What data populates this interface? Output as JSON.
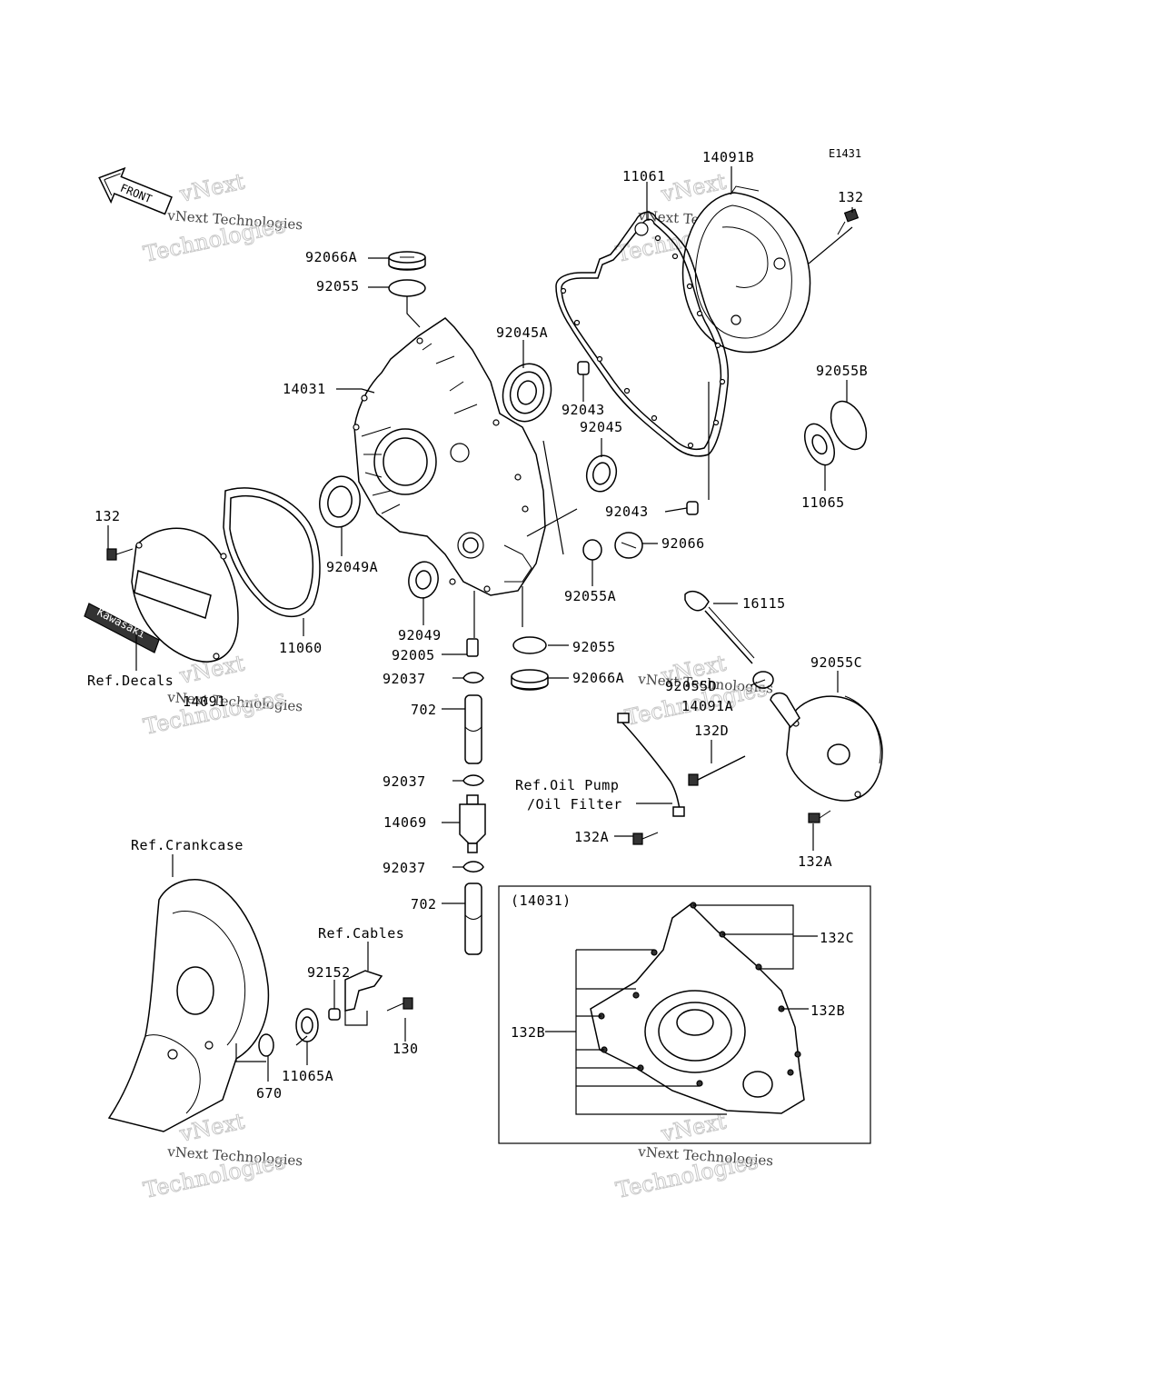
{
  "diagram_code": "E1431",
  "front_arrow_label": "FRONT",
  "decal_text": "Kawasaki",
  "inset_title": "(14031)",
  "watermark": {
    "line1": "vNext",
    "line2": "vNext Technologies",
    "line3": "Technologies"
  },
  "labels": {
    "p14091B": "14091B",
    "p11061": "11061",
    "p132_top": "132",
    "p92066A_top": "92066A",
    "p92055_top": "92055",
    "p92045A": "92045A",
    "p14031": "14031",
    "p92043_a": "92043",
    "p92045": "92045",
    "p92055B": "92055B",
    "p11065": "11065",
    "p92043_b": "92043",
    "p132_left": "132",
    "p92049A": "92049A",
    "p11060": "11060",
    "p92066": "92066",
    "p92055A": "92055A",
    "p16115": "16115",
    "p92049": "92049",
    "p92005": "92005",
    "p92055_mid": "92055",
    "p92055C": "92055C",
    "ref_decals": "Ref.Decals",
    "p14091": "14091",
    "p92037_a": "92037",
    "p92066A_mid": "92066A",
    "p92055D": "92055D",
    "p14091A": "14091A",
    "p702_a": "702",
    "p132D": "132D",
    "p92037_b": "92037",
    "ref_oil_pump_1": "Ref.Oil Pump",
    "ref_oil_pump_2": "/Oil Filter",
    "p14069": "14069",
    "p132A_left": "132A",
    "p132A_right": "132A",
    "ref_crankcase": "Ref.Crankcase",
    "p92037_c": "92037",
    "p702_b": "702",
    "ref_cables": "Ref.Cables",
    "p92152": "92152",
    "p130": "130",
    "p670": "670",
    "p11065A": "11065A",
    "p132C": "132C",
    "p132B_right": "132B",
    "p132B_left": "132B"
  }
}
